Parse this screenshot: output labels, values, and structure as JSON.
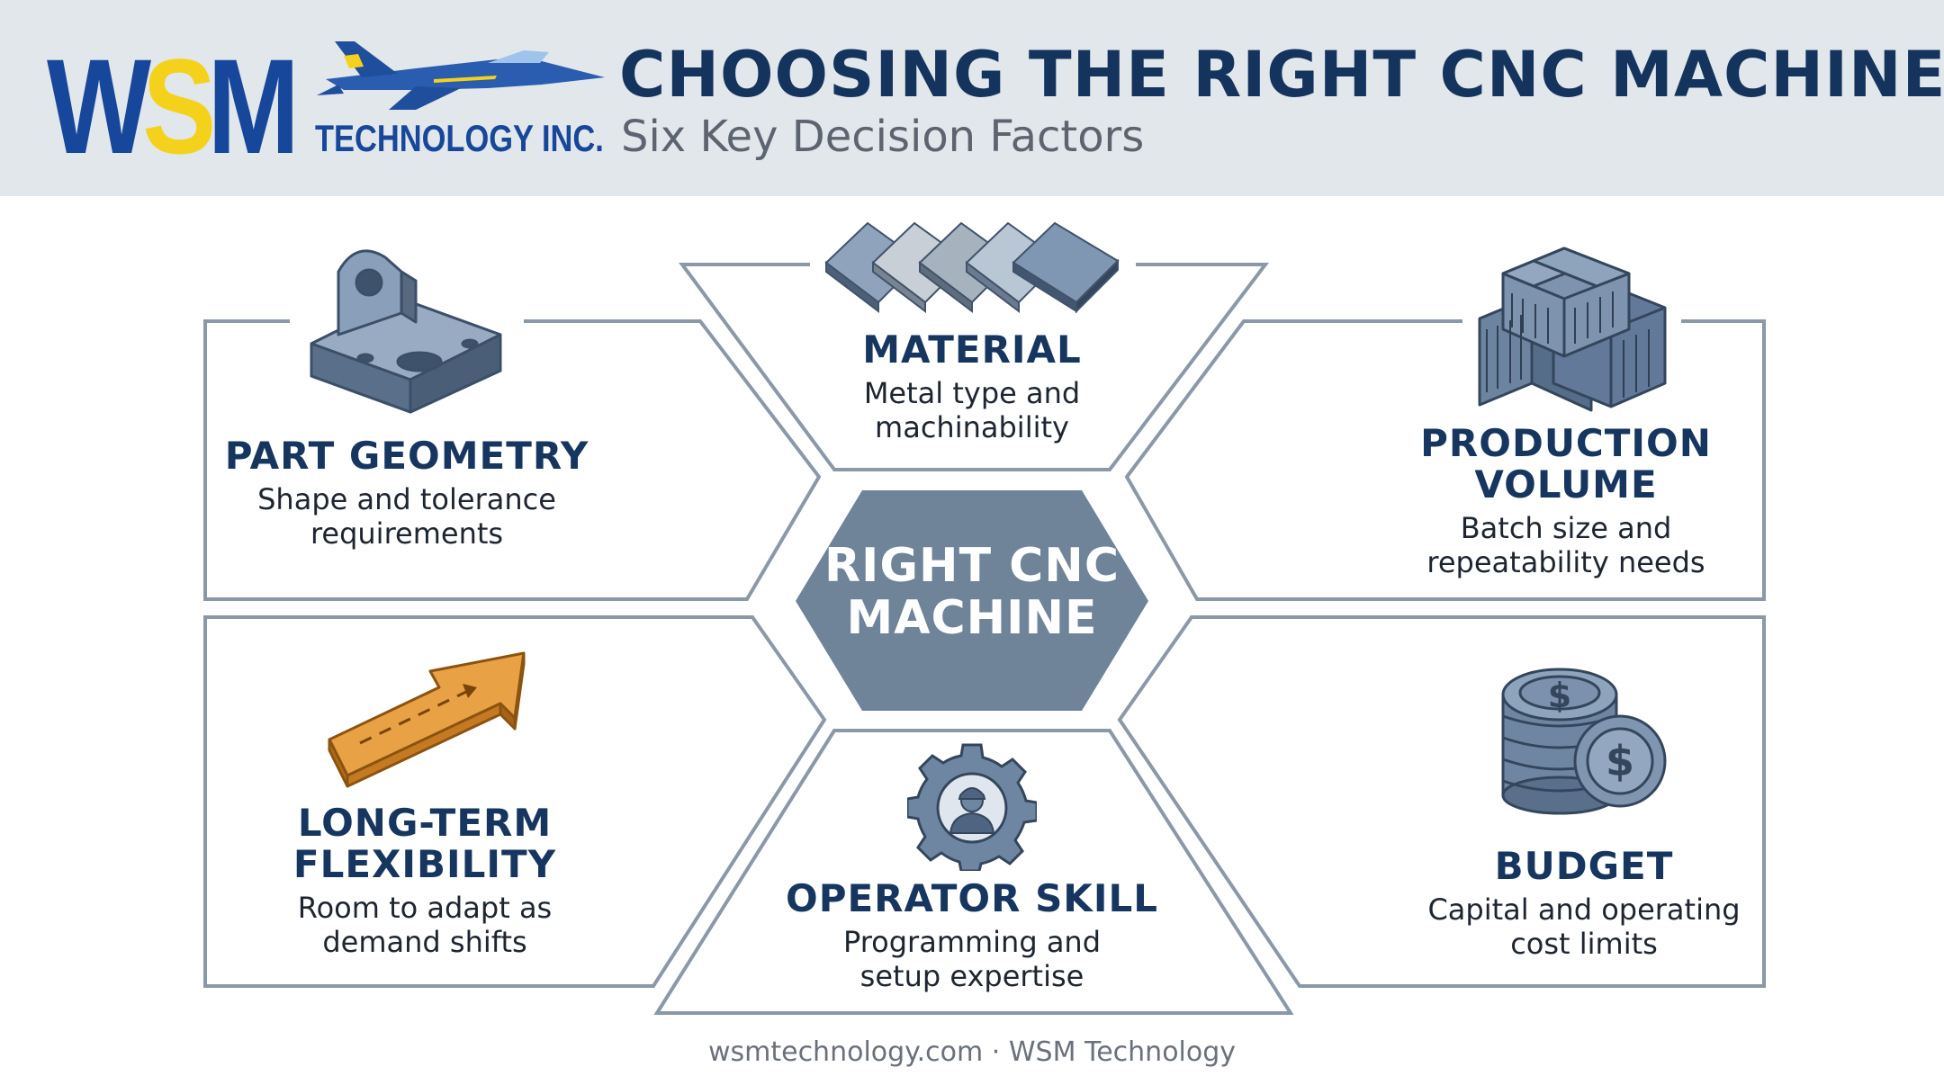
{
  "header": {
    "logo_main": "WSM",
    "logo_main_a": "W",
    "logo_main_b": "S",
    "logo_main_c": "M",
    "logo_sub": "TECHNOLOGY INC.",
    "title": "CHOOSING THE RIGHT CNC MACHINE",
    "subtitle": "Six Key Decision Factors"
  },
  "center": {
    "line1": "RIGHT CNC",
    "line2": "MACHINE"
  },
  "factors": {
    "material": {
      "title": "MATERIAL",
      "desc1": "Metal type and",
      "desc2": "machinability",
      "icon": "metal-plates-icon"
    },
    "part_geometry": {
      "title": "PART GEOMETRY",
      "desc1": "Shape and tolerance",
      "desc2": "requirements",
      "icon": "machined-part-icon"
    },
    "production_volume": {
      "title1": "PRODUCTION",
      "title2": "VOLUME",
      "desc1": "Batch size and",
      "desc2": "repeatability needs",
      "icon": "stacked-crates-icon"
    },
    "long_term_flexibility": {
      "title1": "LONG-TERM",
      "title2": "FLEXIBILITY",
      "desc1": "Room to adapt as",
      "desc2": "demand shifts",
      "icon": "arrow-up-right-icon"
    },
    "operator_skill": {
      "title": "OPERATOR SKILL",
      "desc1": "Programming and",
      "desc2": "setup expertise",
      "icon": "gear-operator-icon"
    },
    "budget": {
      "title": "BUDGET",
      "desc1": "Capital and operating",
      "desc2": "cost limits",
      "icon": "coin-stack-icon"
    }
  },
  "footer": {
    "text": "wsmtechnology.com · WSM Technology"
  },
  "colors": {
    "title_navy": "#14345d",
    "logo_blue": "#17479a",
    "logo_yellow": "#f4d21b",
    "hexagon_fill": "#6f8399",
    "outline_gray": "#8a98a8",
    "arrow_orange": "#e39a3c"
  }
}
